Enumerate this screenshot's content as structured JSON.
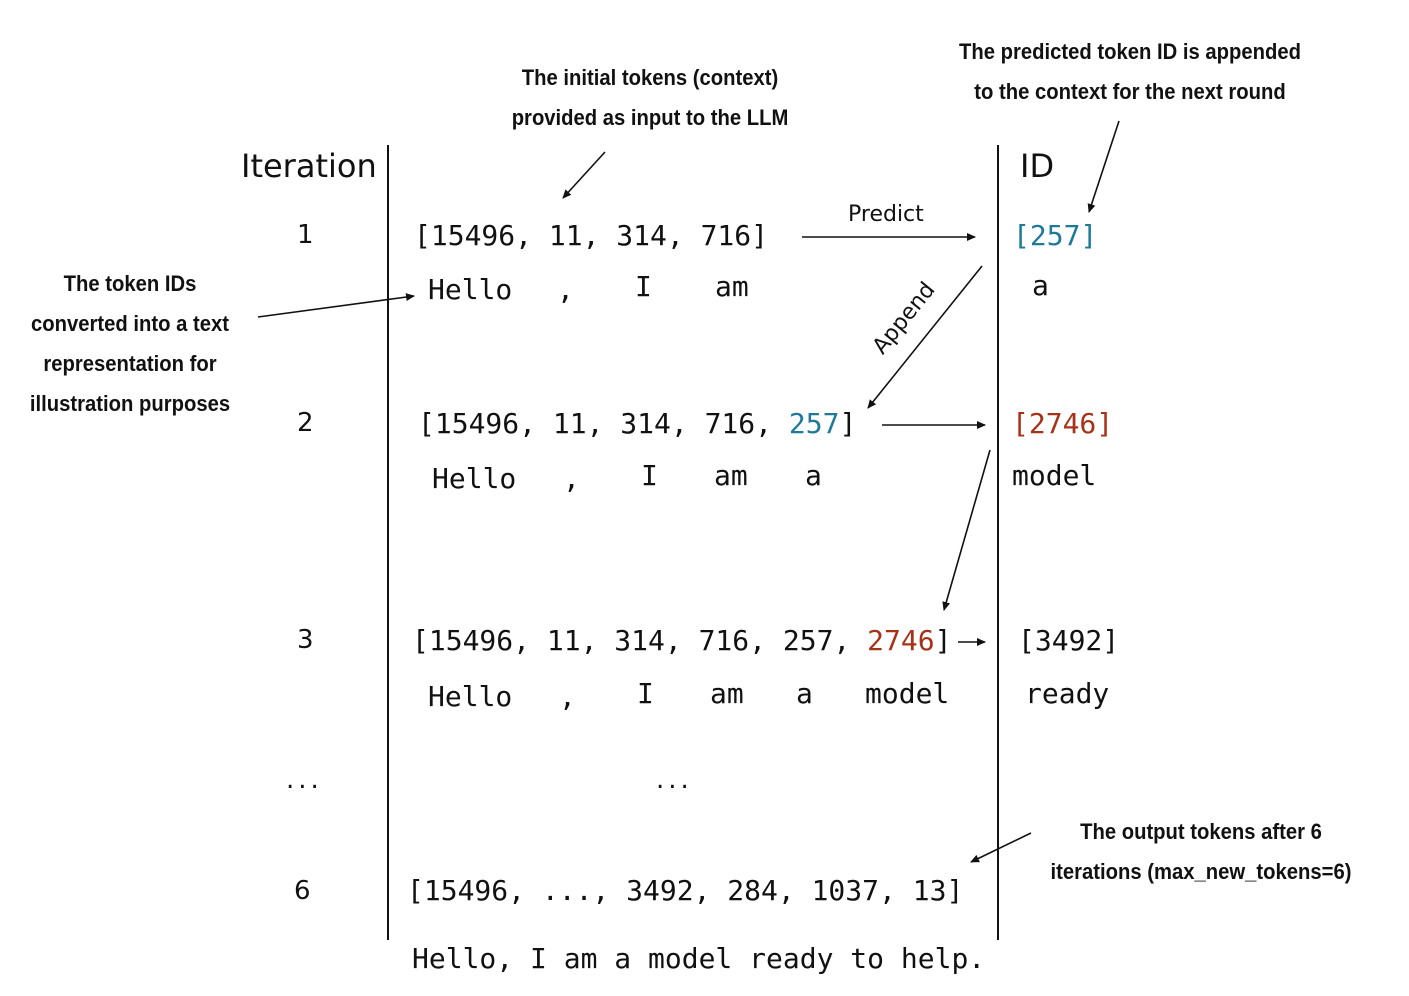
{
  "columns": {
    "iteration_header": "Iteration",
    "id_header": "ID"
  },
  "rows": [
    {
      "iteration": "1",
      "ids_prefix": "[15496, 11, 314, 716]",
      "ids_highlight": "",
      "ids_suffix": "",
      "words": [
        "Hello",
        ",",
        "I",
        "am"
      ],
      "predicted_id": "[257]",
      "predicted_word": "a"
    },
    {
      "iteration": "2",
      "ids_prefix": "[15496, 11, 314, 716, ",
      "ids_highlight": "257",
      "ids_suffix": "]",
      "words": [
        "Hello",
        ",",
        "I",
        "am",
        "a"
      ],
      "predicted_id": "[2746]",
      "predicted_word": "model"
    },
    {
      "iteration": "3",
      "ids_prefix": "[15496, 11, 314, 716, 257, ",
      "ids_highlight": "2746",
      "ids_suffix": "]",
      "words": [
        "Hello",
        ",",
        "I",
        "am",
        "a",
        "model"
      ],
      "predicted_id": "[3492]",
      "predicted_word": "ready"
    },
    {
      "iteration": "6",
      "ids_prefix": "[15496, ..., 3492, 284, 1037, 13]",
      "ids_highlight": "",
      "ids_suffix": "",
      "words": [],
      "predicted_id": "",
      "predicted_word": ""
    }
  ],
  "ellipsis_iteration": "...",
  "ellipsis_tokens": "...",
  "final_text": "Hello, I am a model ready to help.",
  "arrow_labels": {
    "predict": "Predict",
    "append": "Append"
  },
  "annotations": {
    "initial_tokens": [
      "The initial tokens (context)",
      "provided as input to the LLM"
    ],
    "predicted_appended": [
      "The predicted token ID is appended",
      "to the context for the next round"
    ],
    "token_ids_text": [
      "The token IDs",
      "converted into a text",
      "representation for",
      "illustration purposes"
    ],
    "output_tokens": [
      "The output tokens after 6",
      "iterations (max_new_tokens=6)"
    ]
  },
  "colors": {
    "blue_token": "#1f7a9a",
    "red_token": "#a83218",
    "line": "#111111"
  }
}
